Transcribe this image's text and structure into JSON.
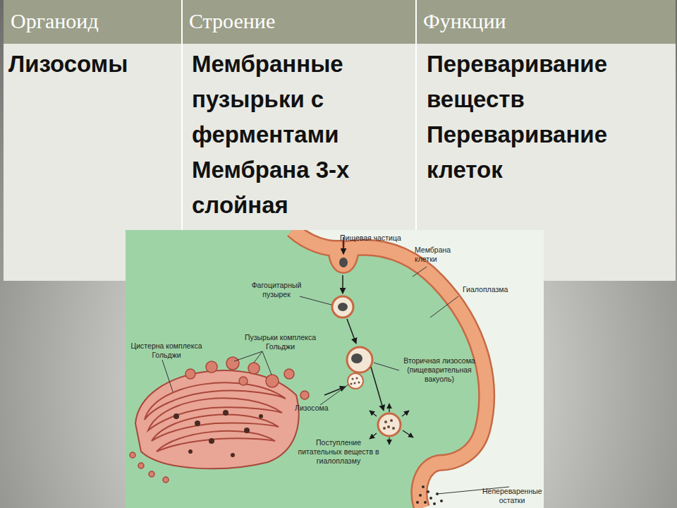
{
  "diagram": {
    "labels": [
      "Органоид",
      "Строение",
      "Функции",
      "Лизосомы",
      "Мембранные пузырьки с ферментами",
      "Мембрана 3-х слойная",
      "Переваривание веществ",
      "Переваривание клеток",
      "Пищевая частица",
      "Мембрана клетки",
      "Фагоцитарный пузырек",
      "Гиалоплазма",
      "Пузырьки комплекса Гольджи",
      "Цистерна комплекса Гольджи",
      "Вторичная лизосома (пищеварительная вакуоль)",
      "Лизосома",
      "Поступление питательных веществ в гиалоплазму",
      "Непереваренные остатки"
    ]
  }
}
